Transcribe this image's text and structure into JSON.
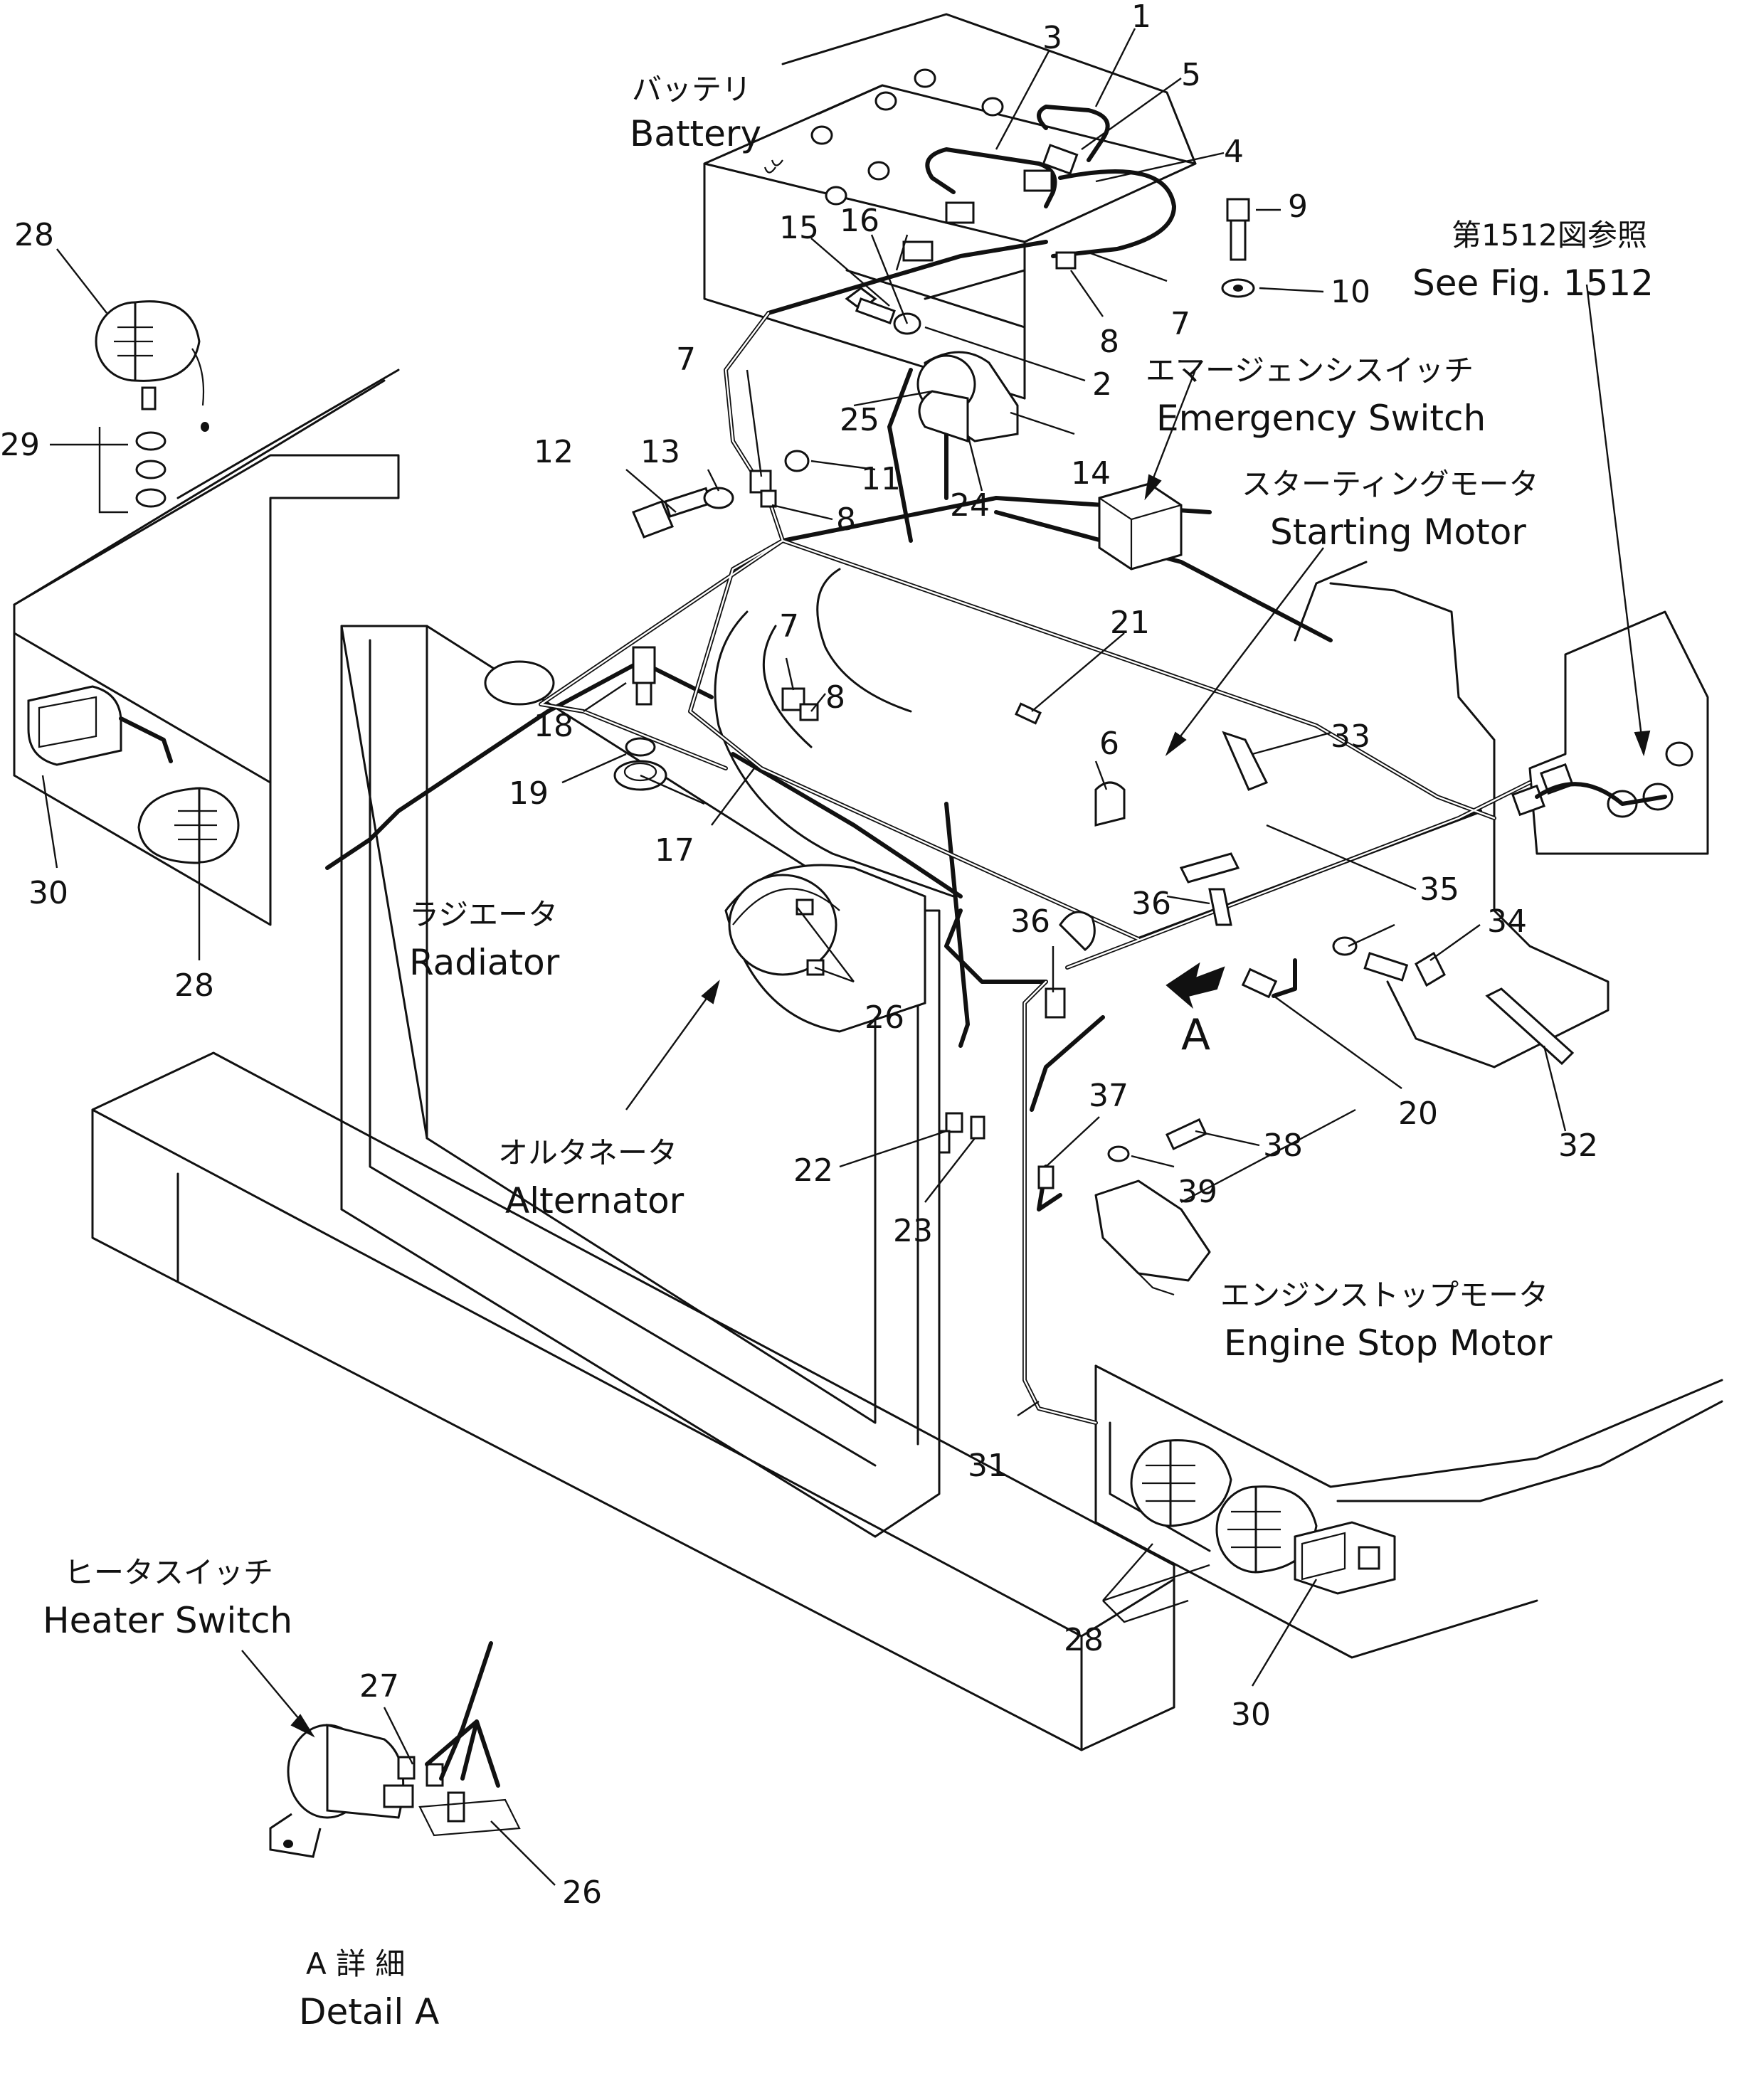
{
  "labels": {
    "battery_jp": "バッテリ",
    "battery_en": "Battery",
    "see_fig_jp": "第1512図参照",
    "see_fig_en": "See Fig. 1512",
    "emergency_jp": "エマージェンシスイッチ",
    "emergency_en": "Emergency Switch",
    "starting_jp": "スターティングモータ",
    "starting_en": "Starting Motor",
    "radiator_jp": "ラジエータ",
    "radiator_en": "Radiator",
    "alternator_jp": "オルタネータ",
    "alternator_en": "Alternator",
    "engine_stop_jp": "エンジンストップモータ",
    "engine_stop_en": "Engine Stop Motor",
    "heater_jp": "ヒータスイッチ",
    "heater_en": "Heater Switch",
    "detail_jp": "A 詳 細",
    "detail_en": "Detail A",
    "view_arrow": "A"
  },
  "part_numbers": {
    "p1": "1",
    "p2": "2",
    "p3": "3",
    "p4": "4",
    "p5": "5",
    "p6": "6",
    "p7": "7",
    "p8": "8",
    "p9": "9",
    "p10": "10",
    "p11": "11",
    "p12": "12",
    "p13": "13",
    "p14": "14",
    "p15": "15",
    "p16": "16",
    "p17": "17",
    "p18": "18",
    "p19": "19",
    "p20": "20",
    "p21": "21",
    "p22": "22",
    "p23": "23",
    "p24": "24",
    "p25": "25",
    "p26": "26",
    "p27": "27",
    "p28": "28",
    "p29": "29",
    "p30": "30",
    "p31": "31",
    "p32": "32",
    "p33": "33",
    "p34": "34",
    "p35": "35",
    "p36": "36",
    "p37": "37",
    "p38": "38",
    "p39": "39"
  }
}
